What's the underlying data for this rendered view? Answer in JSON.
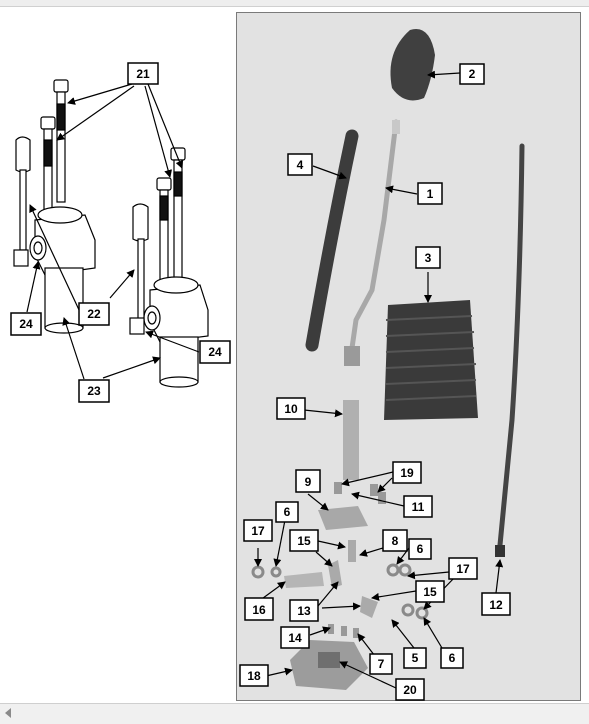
{
  "labels": {
    "c1": "1",
    "c2": "2",
    "c3": "3",
    "c4": "4",
    "c5": "5",
    "c6a": "6",
    "c6b": "6",
    "c6c": "6",
    "c7": "7",
    "c8": "8",
    "c9": "9",
    "c10": "10",
    "c11": "11",
    "c12": "12",
    "c13": "13",
    "c14": "14",
    "c15a": "15",
    "c15b": "15",
    "c16": "16",
    "c17a": "17",
    "c17b": "17",
    "c18": "18",
    "c19": "19",
    "c20": "20",
    "c21": "21",
    "c22": "22",
    "c23": "23",
    "c24a": "24",
    "c24b": "24"
  },
  "colors": {
    "panel": "#e2e2e2",
    "rubber": "#3a3a3a",
    "metal": "#b5b5b5",
    "line": "#000000"
  }
}
